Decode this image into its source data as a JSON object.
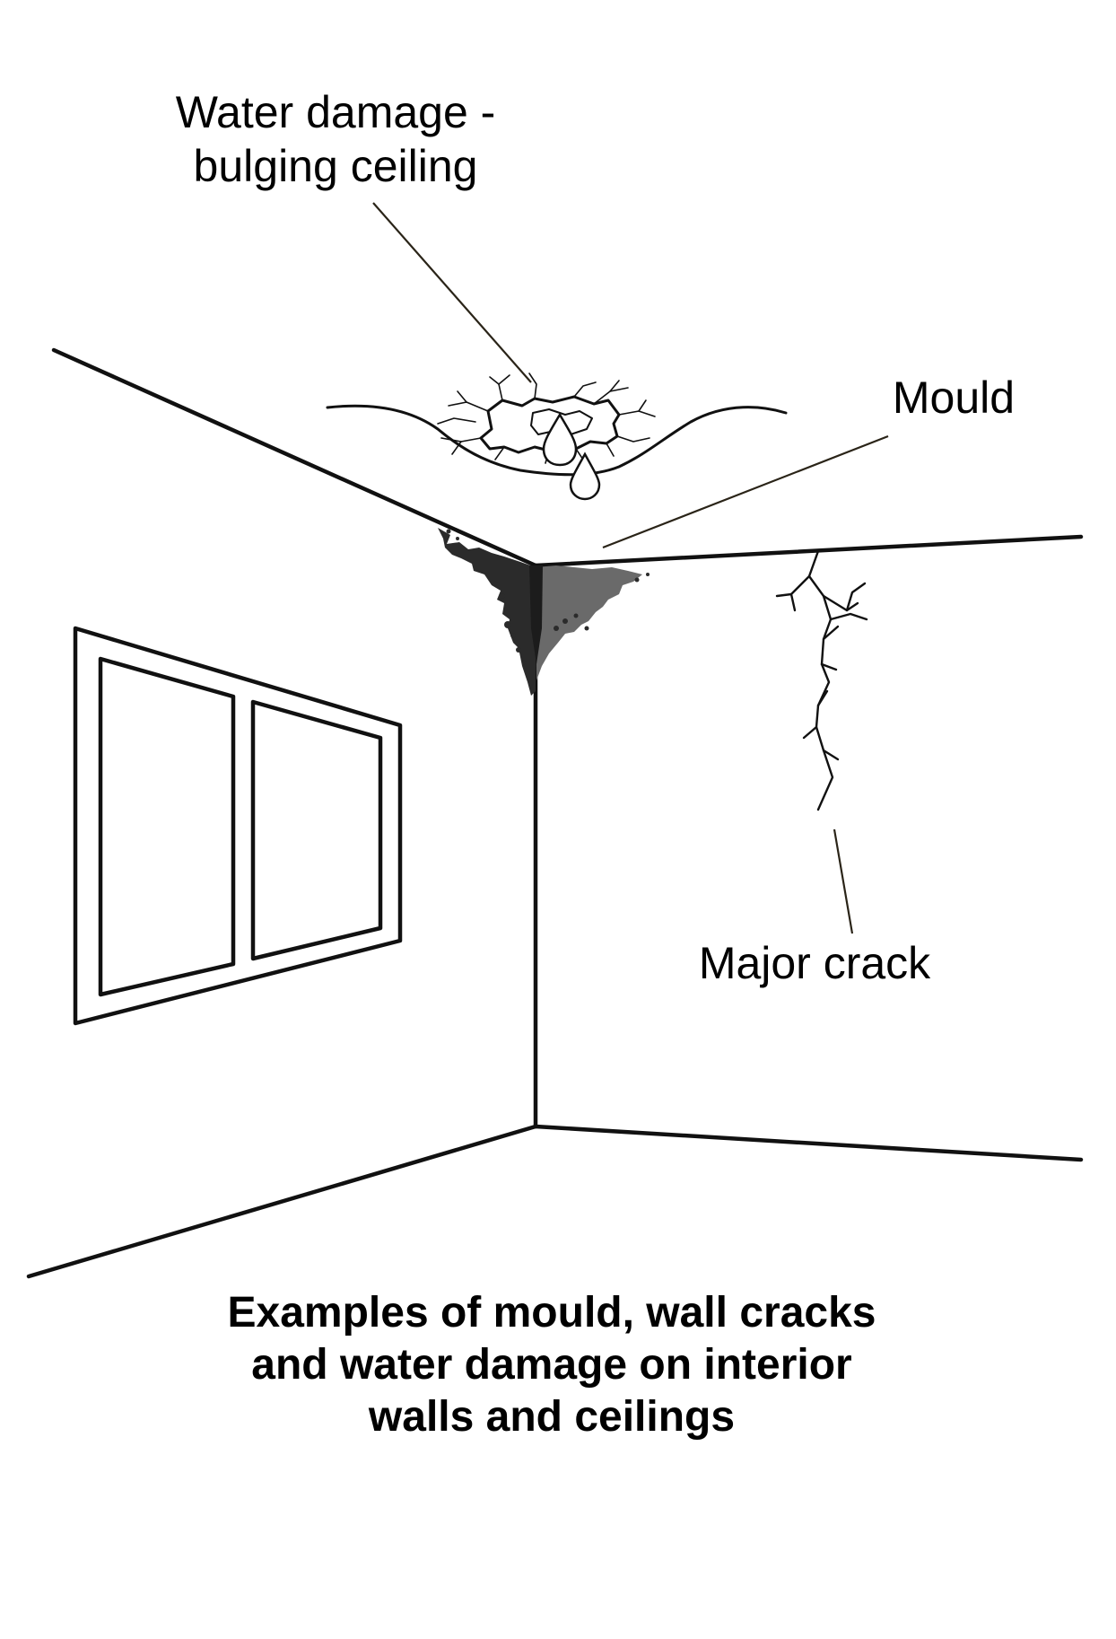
{
  "callouts": {
    "water_damage": [
      "Water damage -",
      "bulging ceiling"
    ],
    "mould": "Mould",
    "major_crack": "Major crack"
  },
  "caption": [
    "Examples of mould, wall cracks",
    "and water damage on interior",
    "walls and ceilings"
  ],
  "colors": {
    "ink": "#111111",
    "mould_dark": "#2b2b2b",
    "mould_light": "#6a6a6a",
    "background": "#ffffff"
  }
}
